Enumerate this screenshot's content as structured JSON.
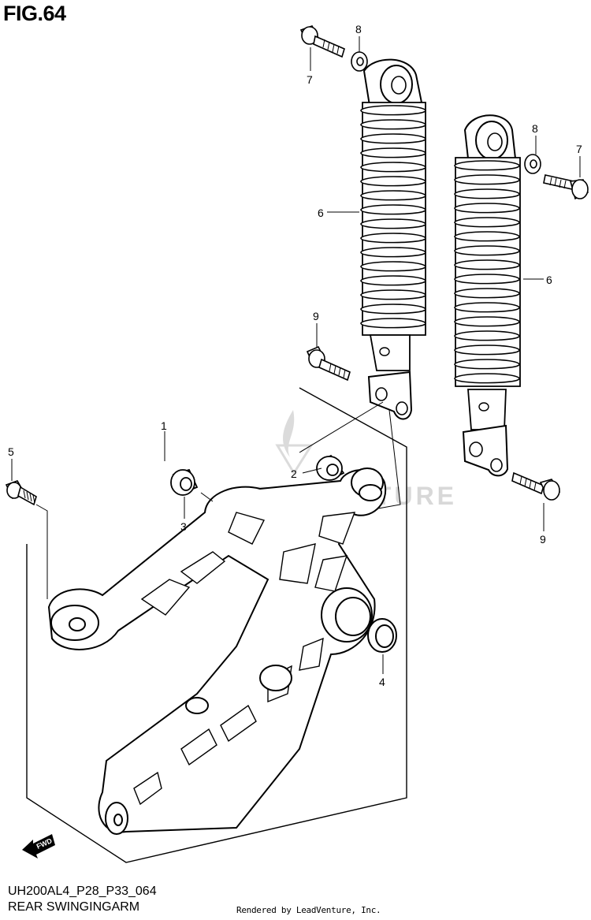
{
  "figure": {
    "title": "FIG.64",
    "model_code": "UH200AL4_P28_P33_064",
    "name": "REAR SWINGINGARM",
    "credit": "Rendered by LeadVenture, Inc."
  },
  "callouts": {
    "c1": "1",
    "c2": "2",
    "c3": "3",
    "c4": "4",
    "c5": "5",
    "c6a": "6",
    "c6b": "6",
    "c7a": "7",
    "c7b": "7",
    "c8a": "8",
    "c8b": "8",
    "c9a": "9",
    "c9b": "9"
  },
  "fwd_label": "FWD",
  "watermark": "LEADVENTURE",
  "icons": [
    "fwd-arrow-icon",
    "leadventure-flame-icon"
  ]
}
